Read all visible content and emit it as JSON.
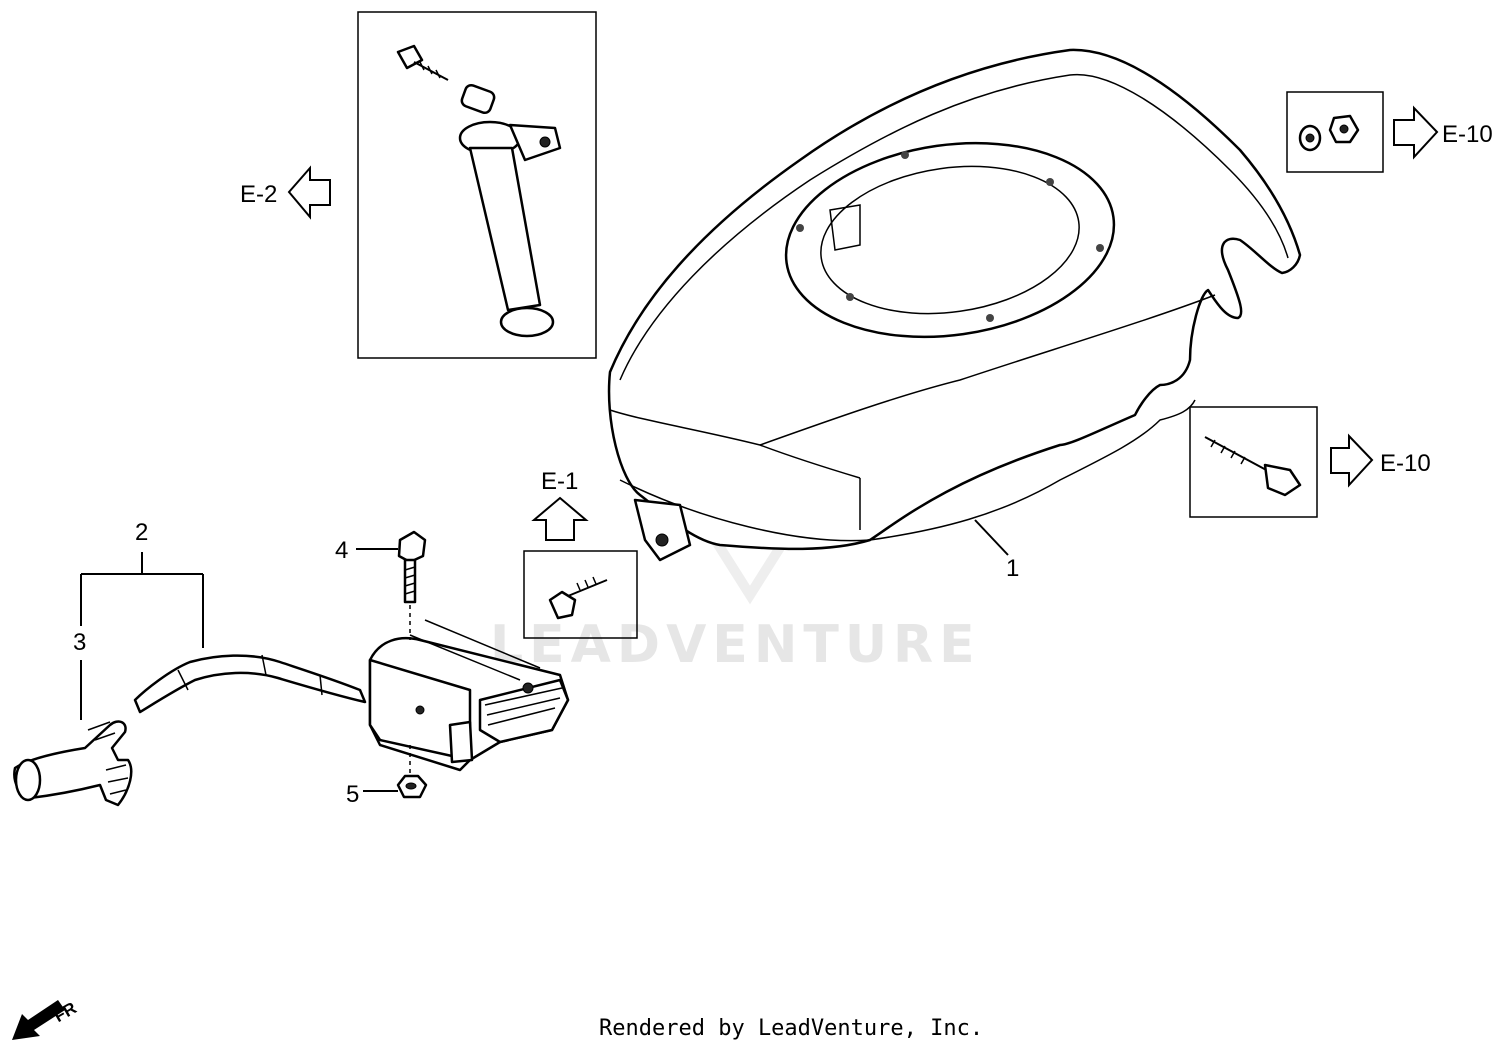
{
  "callouts": {
    "c1": "1",
    "c2": "2",
    "c3": "3",
    "c4": "4",
    "c5": "5"
  },
  "refs": {
    "e2": "E-2",
    "e1": "E-1",
    "e10_top": "E-10",
    "e10_mid": "E-10"
  },
  "direction": {
    "label": "FR"
  },
  "watermark": {
    "text": "LEADVENTURE"
  },
  "footer": {
    "text": "Rendered by LeadVenture, Inc."
  }
}
